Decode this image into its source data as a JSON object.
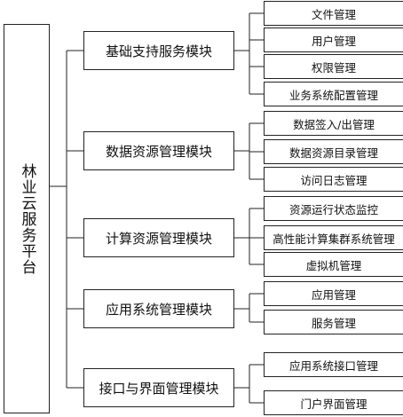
{
  "root": {
    "label": "林业云服务平台"
  },
  "modules": [
    {
      "label": "基础支持服务模块",
      "children": [
        "文件管理",
        "用户管理",
        "权限管理",
        "业务系统配置管理"
      ]
    },
    {
      "label": "数据资源管理模块",
      "children": [
        "数据签入/出管理",
        "数据资源目录管理",
        "访问日志管理"
      ]
    },
    {
      "label": "计算资源管理模块",
      "children": [
        "资源运行状态监控",
        "高性能计算集群系统管理",
        "虚拟机管理"
      ]
    },
    {
      "label": "应用系统管理模块",
      "children": [
        "应用管理",
        "服务管理"
      ]
    },
    {
      "label": "接口与界面管理模块",
      "children": [
        "应用系统接口管理",
        "门户界面管理"
      ]
    }
  ]
}
